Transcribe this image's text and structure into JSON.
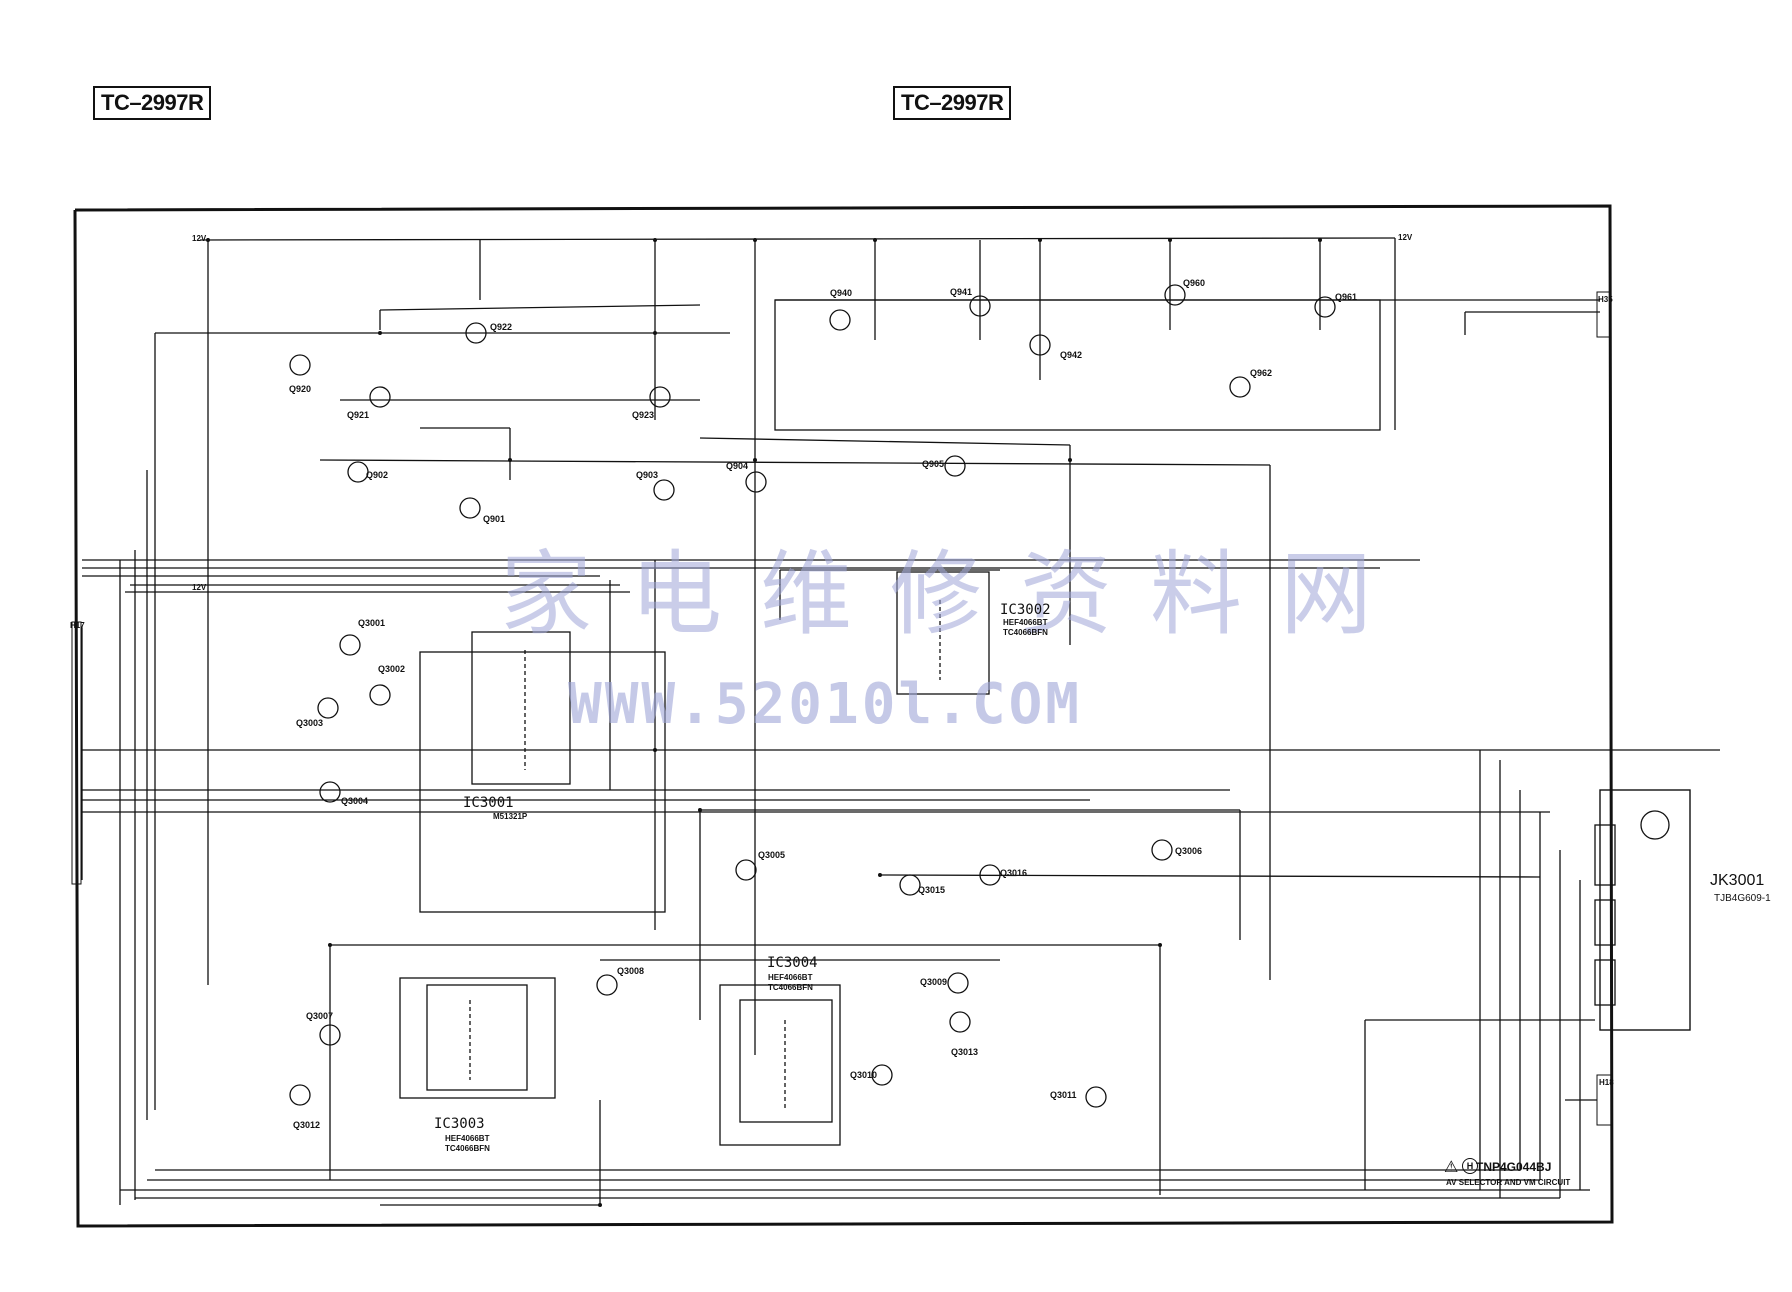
{
  "header": {
    "model_left": "TC–2997R",
    "model_right": "TC–2997R"
  },
  "watermark": {
    "chinese": "家电维修资料网",
    "url": "WWW.52010l.COM"
  },
  "connectors": {
    "left": "H17",
    "right_top": "H35",
    "right_bottom": "H18"
  },
  "jack": {
    "ref": "JK3001",
    "part": "TJB4G609-1"
  },
  "board": {
    "number": "TNP4G044BJ",
    "title": "AV SELECTOR AND VM CIRCUIT",
    "h_mark": "H",
    "warning_icon": "⚠"
  },
  "ics": {
    "ic3001": {
      "ref": "IC3001",
      "part": "M51321P"
    },
    "ic3002": {
      "ref": "IC3002",
      "part_a": "HEF4066BT",
      "part_b": "TC4066BFN"
    },
    "ic3003": {
      "ref": "IC3003",
      "part_a": "HEF4066BT",
      "part_b": "TC4066BFN"
    },
    "ic3004": {
      "ref": "IC3004",
      "part_a": "HEF4066BT",
      "part_b": "TC4066BFN"
    }
  },
  "transistors": [
    "Q920",
    "Q921",
    "Q922",
    "Q923",
    "Q940",
    "Q941",
    "Q942",
    "Q960",
    "Q961",
    "Q962",
    "Q901",
    "Q902",
    "Q903",
    "Q904",
    "Q905",
    "Q3001",
    "Q3002",
    "Q3003",
    "Q3004",
    "Q3005",
    "Q3006",
    "Q3007",
    "Q3008",
    "Q3009",
    "Q3010",
    "Q3011",
    "Q3012",
    "Q3013",
    "Q3015",
    "Q3016"
  ],
  "supply": {
    "v12": "12V"
  }
}
